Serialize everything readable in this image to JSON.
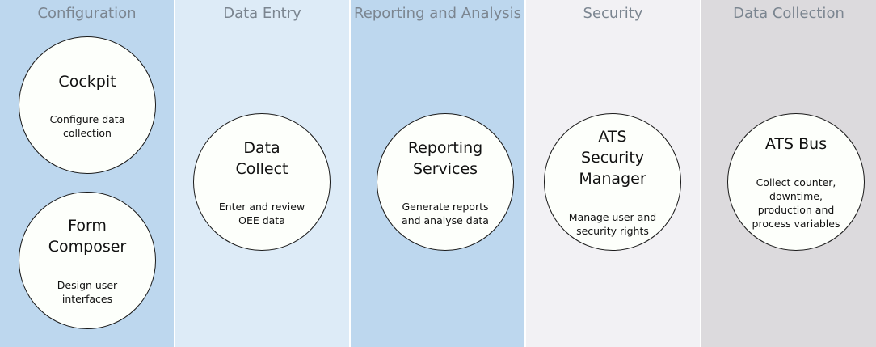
{
  "colors": {
    "configuration": "#bdd7ee",
    "data_entry": "#ddebf7",
    "reporting": "#bdd7ee",
    "security": "#f2f1f4",
    "data_collection": "#dcdadd",
    "bubble_fill": "#fdfffb",
    "title_text": "#7b8590"
  },
  "columns": [
    {
      "title": "Configuration",
      "bubbles": [
        {
          "title": "Cockpit",
          "desc": "Configure data\ncollection"
        },
        {
          "title": "Form\nComposer",
          "desc": "Design user\ninterfaces"
        }
      ]
    },
    {
      "title": "Data Entry",
      "bubbles": [
        {
          "title": "Data\nCollect",
          "desc": "Enter and review\nOEE data"
        }
      ]
    },
    {
      "title": "Reporting and Analysis",
      "bubbles": [
        {
          "title": "Reporting\nServices",
          "desc": "Generate reports\nand analyse data"
        }
      ]
    },
    {
      "title": "Security",
      "bubbles": [
        {
          "title": "ATS\nSecurity\nManager",
          "desc": "Manage user and\nsecurity rights"
        }
      ]
    },
    {
      "title": "Data Collection",
      "bubbles": [
        {
          "title": "ATS Bus",
          "desc": "Collect counter,\ndowntime,\nproduction and\nprocess variables"
        }
      ]
    }
  ]
}
